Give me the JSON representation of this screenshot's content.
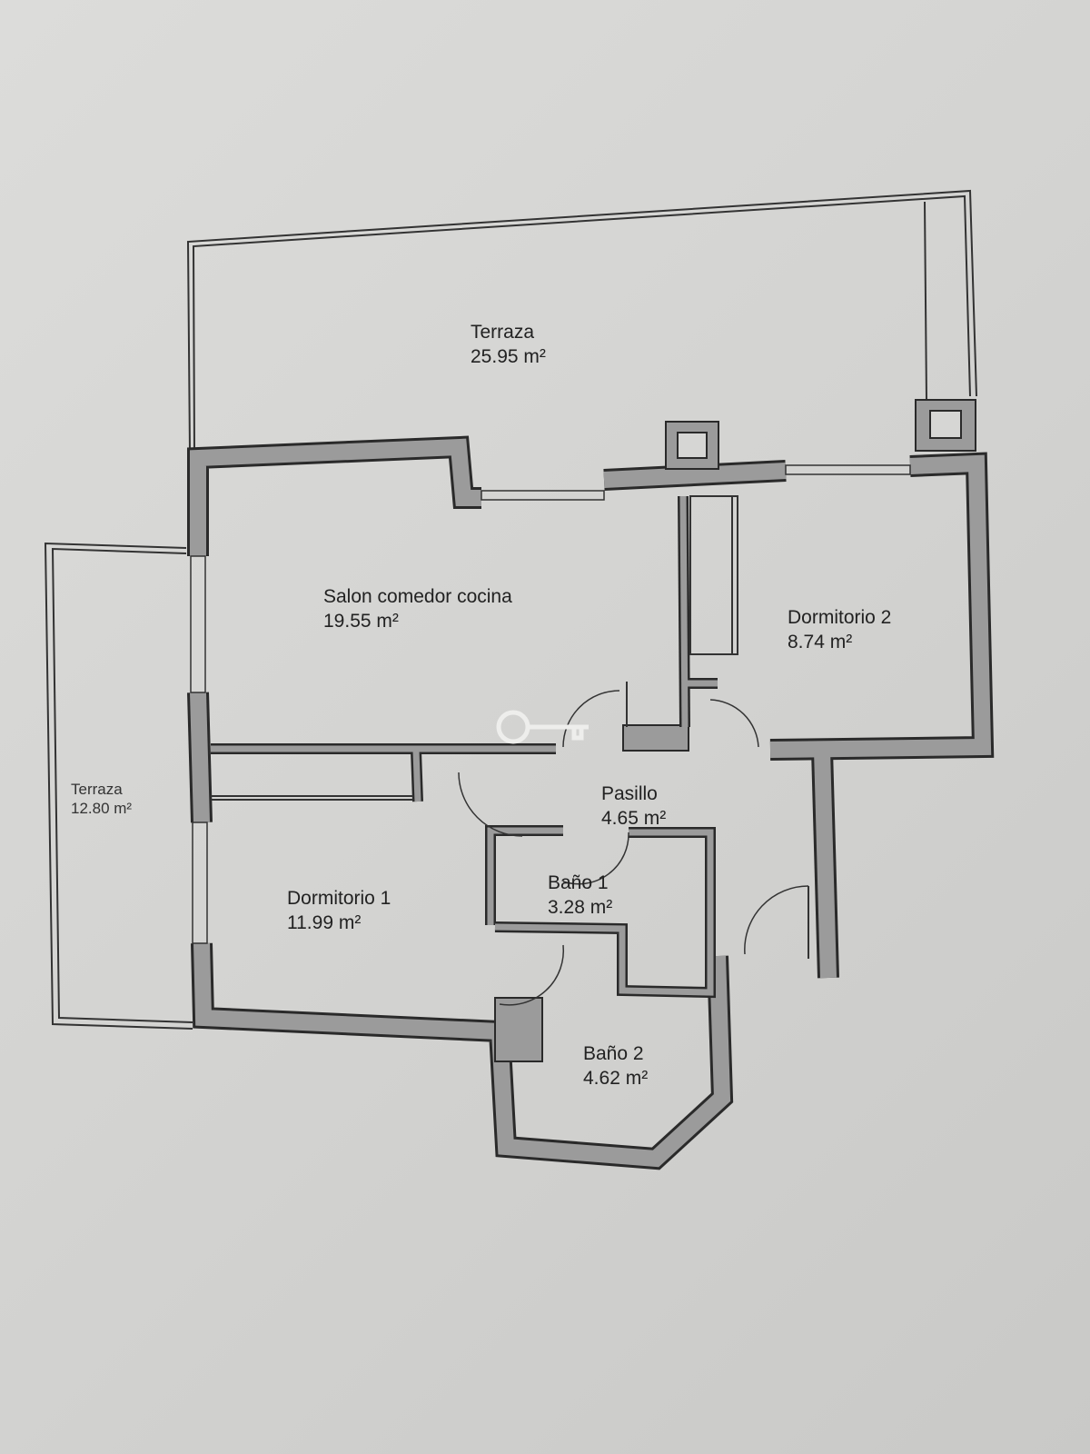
{
  "rooms": [
    {
      "name": "Terraza",
      "area": "25.95 m²"
    },
    {
      "name": "Salon comedor cocina",
      "area": "19.55 m²"
    },
    {
      "name": "Dormitorio 2",
      "area": "8.74 m²"
    },
    {
      "name": "Terraza",
      "area": "12.80 m²"
    },
    {
      "name": "Pasillo",
      "area": "4.65 m²"
    },
    {
      "name": "Dormitorio 1",
      "area": "11.99 m²"
    },
    {
      "name": "Baño 1",
      "area": "3.28 m²"
    },
    {
      "name": "Baño 2",
      "area": "4.62 m²"
    }
  ],
  "colors": {
    "wall": "#9b9b9b",
    "outline": "#2a2a2a",
    "paper": "#d6d6d4"
  }
}
